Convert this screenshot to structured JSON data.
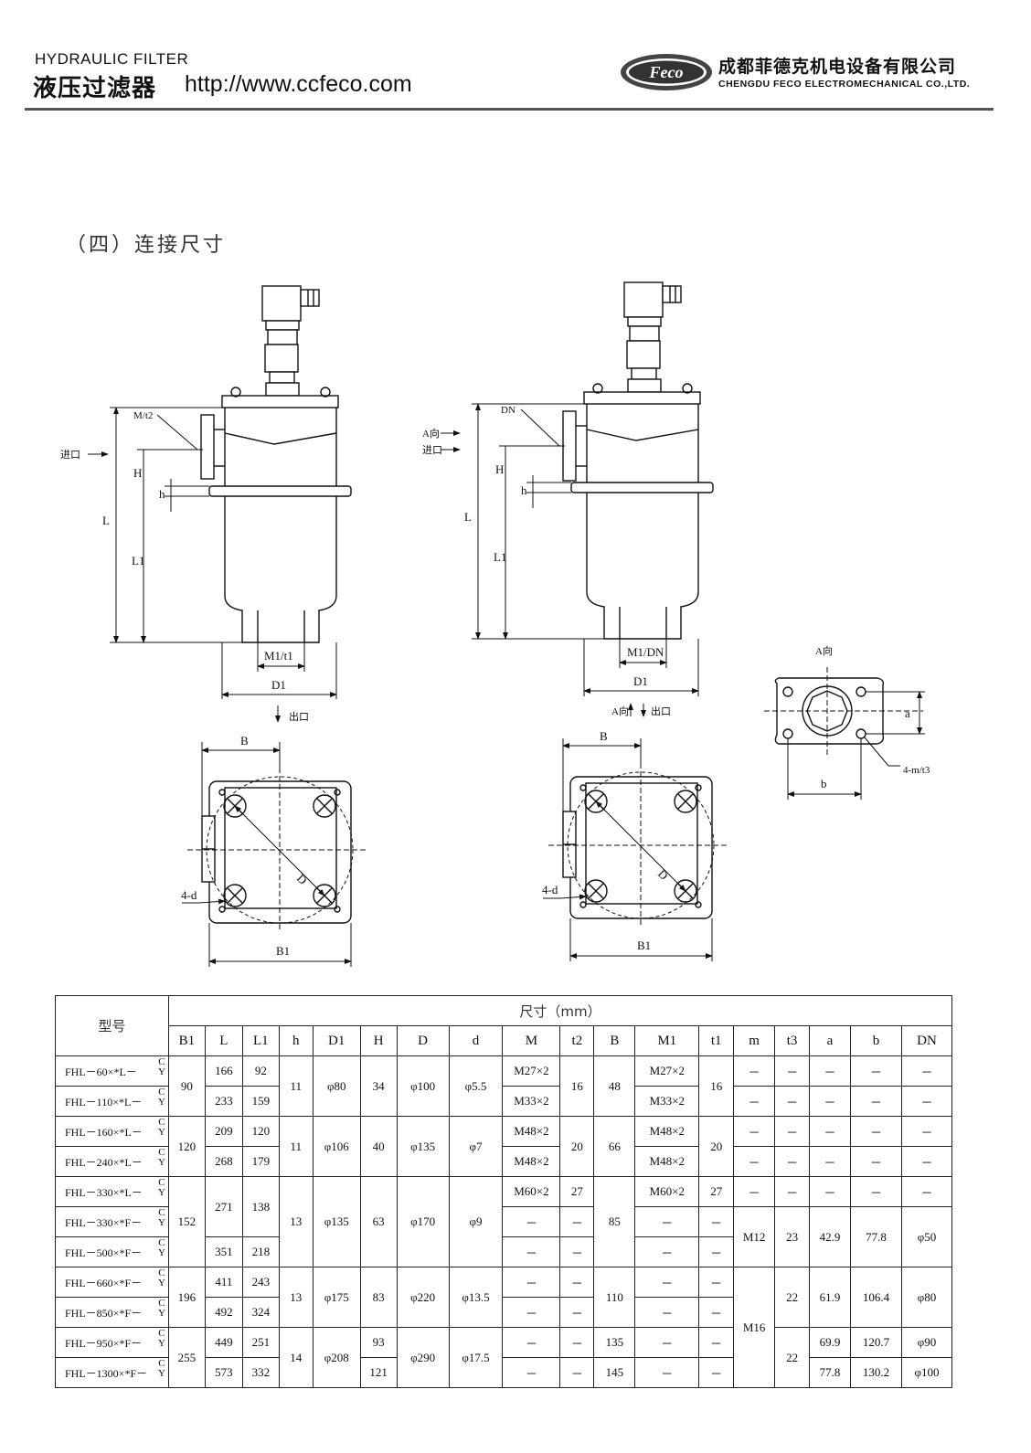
{
  "header": {
    "title_en": "HYDRAULIC FILTER",
    "title_cn": "液压过滤器",
    "url": "http://www.ccfeco.com",
    "logo_text": "Feco",
    "company_cn": "成都菲德克机电设备有限公司",
    "company_en": "CHENGDU FECO ELECTROMECHANICAL CO.,LTD."
  },
  "section_title": "（四）连接尺寸",
  "drawing_labels": {
    "mt2": "M/t2",
    "inlet": "进口",
    "H": "H",
    "h": "h",
    "L": "L",
    "L1": "L1",
    "m1t1": "M1/t1",
    "D1": "D1",
    "outlet": "出口",
    "B": "B",
    "B1": "B1",
    "D": "D",
    "d4": "4-d",
    "DN": "DN",
    "a_dir": "A向",
    "m1dn": "M1/DN",
    "a_view": "A向",
    "a": "a",
    "b": "b",
    "m_t3": "4-m/t3"
  },
  "table": {
    "model_header": "型号",
    "dim_header": "尺寸（mm）",
    "columns": [
      "B1",
      "L",
      "L1",
      "h",
      "D1",
      "H",
      "D",
      "d",
      "M",
      "t2",
      "B",
      "M1",
      "t1",
      "m",
      "t3",
      "a",
      "b",
      "DN"
    ],
    "cy": [
      "C",
      "Y"
    ],
    "models": [
      "FHL－60×*L－",
      "FHL－110×*L－",
      "FHL－160×*L－",
      "FHL－240×*L－",
      "FHL－330×*L－",
      "FHL－330×*F－",
      "FHL－500×*F－",
      "FHL－660×*F－",
      "FHL－850×*F－",
      "FHL－950×*F－",
      "FHL－1300×*F－"
    ],
    "cells": {
      "b1": [
        "90",
        "120",
        "152",
        "196",
        "255"
      ],
      "L": [
        "166",
        "233",
        "209",
        "268",
        "271",
        "351",
        "411",
        "492",
        "449",
        "573"
      ],
      "L1": [
        "92",
        "159",
        "120",
        "179",
        "138",
        "218",
        "243",
        "324",
        "251",
        "332"
      ],
      "h": [
        "11",
        "11",
        "13",
        "13",
        "14"
      ],
      "D1": [
        "φ80",
        "φ106",
        "φ135",
        "φ175",
        "φ208"
      ],
      "H": [
        "34",
        "40",
        "63",
        "83",
        "93",
        "121"
      ],
      "D": [
        "φ100",
        "φ135",
        "φ170",
        "φ220",
        "φ290"
      ],
      "d": [
        "φ5.5",
        "φ7",
        "φ9",
        "φ13.5",
        "φ17.5"
      ],
      "M": [
        "M27×2",
        "M33×2",
        "M48×2",
        "M48×2",
        "M60×2"
      ],
      "t2": [
        "16",
        "20",
        "27"
      ],
      "B": [
        "48",
        "66",
        "85",
        "110",
        "135",
        "145"
      ],
      "M1": [
        "M27×2",
        "M33×2",
        "M48×2",
        "M48×2",
        "M60×2"
      ],
      "t1": [
        "16",
        "20",
        "27"
      ],
      "m": [
        "M12",
        "M16"
      ],
      "t3": [
        "23",
        "22",
        "22"
      ],
      "a": [
        "42.9",
        "61.9",
        "69.9",
        "77.8"
      ],
      "b": [
        "77.8",
        "106.4",
        "120.7",
        "130.2"
      ],
      "DN": [
        "φ50",
        "φ80",
        "φ90",
        "φ100"
      ],
      "dash": "－"
    }
  }
}
